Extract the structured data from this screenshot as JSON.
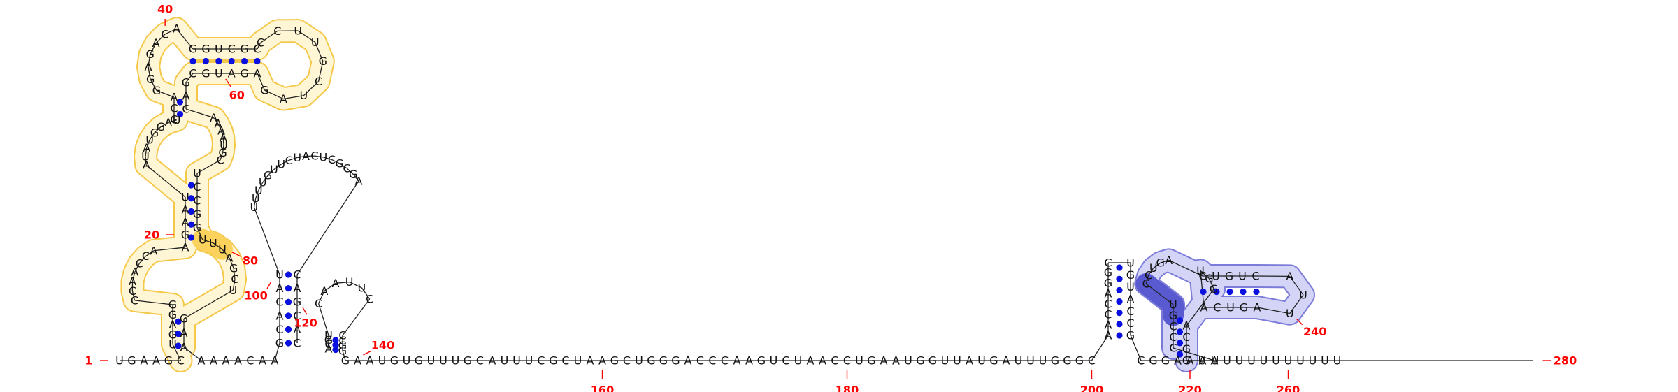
{
  "molecule": {
    "sequence": "UGAAGCUGAGGCCAACCAAGAAUAUAUGGAUCCAGGAGACAGGUCGCCCUUGCUAGAGAUGCGACAAAAUGCUCCGGUUUAGCUGAAAAAACAAGCACAUUUUUGUUCUACUCGCGACAGCACGACGUCAAUUCCCGGGAAUGUGUUUGCAUUUCGCUAAGCUGGGACCCAAGUCUAACCUGAAUGGUUAUGAUUUGGGCAACCAGGCUGUACCGCGGAAUACCCGUCCUGACUGUCAUUAGUCAUGGACGGAUUUUUUUUUUU",
    "length": 280
  },
  "numbering": {
    "labels": [
      "1",
      "20",
      "40",
      "60",
      "80",
      "100",
      "120",
      "140",
      "160",
      "180",
      "200",
      "220",
      "240",
      "260",
      "280"
    ],
    "color": "#ff0000"
  },
  "colors": {
    "base_pair_dot": "#0a10e0",
    "domain_1_fill": "#fff6d6",
    "domain_1_outline": "#f5c84a",
    "domain_1_accent": "#fbd35c",
    "domain_2_fill": "#d4d4f6",
    "domain_2_outline": "#7b7bd9",
    "domain_2_accent": "#5a5ad0"
  }
}
